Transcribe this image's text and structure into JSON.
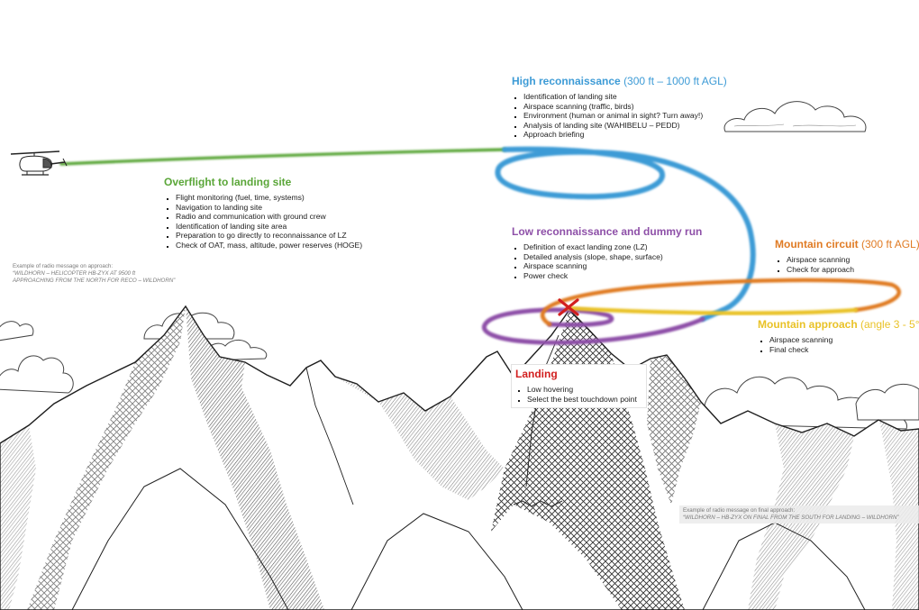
{
  "colors": {
    "overflight": "#5aa638",
    "high_recon": "#3d9bd6",
    "low_recon": "#8e50a8",
    "mountain_circuit": "#e07b24",
    "mountain_approach": "#e9c227",
    "landing": "#d21f1f",
    "text": "#1c1c1c",
    "note": "#7a7a7a"
  },
  "icons": {
    "helicopter": "helicopter-icon",
    "landing_point": "landing-cross-icon"
  },
  "phases": {
    "high_recon": {
      "title": "High reconnaissance",
      "subtitle": "(300 ft – 1000 ft AGL)",
      "items": [
        "Identification of landing site",
        "Airspace scanning (traffic, birds)",
        "Environment (human or animal in sight? Turn away!)",
        "Analysis of landing site (WAHIBELU – PEDD)",
        "Approach briefing"
      ]
    },
    "overflight": {
      "title": "Overflight to landing site",
      "items": [
        "Flight monitoring (fuel, time, systems)",
        "Navigation to landing site",
        "Radio and communication with ground crew",
        "Identification of landing site area",
        "Preparation to go directly to reconnaissance of LZ",
        "Check of OAT, mass, altitude, power reserves (HOGE)"
      ]
    },
    "low_recon": {
      "title": "Low reconnaissance and dummy run",
      "items": [
        "Definition of exact landing zone (LZ)",
        "Detailed analysis (slope, shape, surface)",
        "Airspace scanning",
        "Power check"
      ]
    },
    "mountain_circuit": {
      "title": "Mountain circuit",
      "subtitle": "(300 ft AGL)",
      "items": [
        "Airspace scanning",
        "Check for approach"
      ]
    },
    "mountain_approach": {
      "title": "Mountain approach",
      "subtitle": "(angle 3 - 5°)",
      "items": [
        "Airspace scanning",
        "Final check"
      ]
    },
    "landing": {
      "title": "Landing",
      "items": [
        "Low hovering",
        "Select the best touchdown point"
      ]
    }
  },
  "radio": {
    "approach": {
      "label": "Example of radio message on approach:",
      "line1": "“WILDHORN – HELICOPTER HB-ZYX AT 9500 ft",
      "line2": "APPROACHING FROM THE NORTH FOR RECO – WILDHORN”"
    },
    "final": {
      "label": "Example of radio message on final approach:",
      "line1": "“WILDHORN – HB-ZYX ON FINAL FROM THE SOUTH FOR LANDING – WILDHORN”"
    }
  }
}
